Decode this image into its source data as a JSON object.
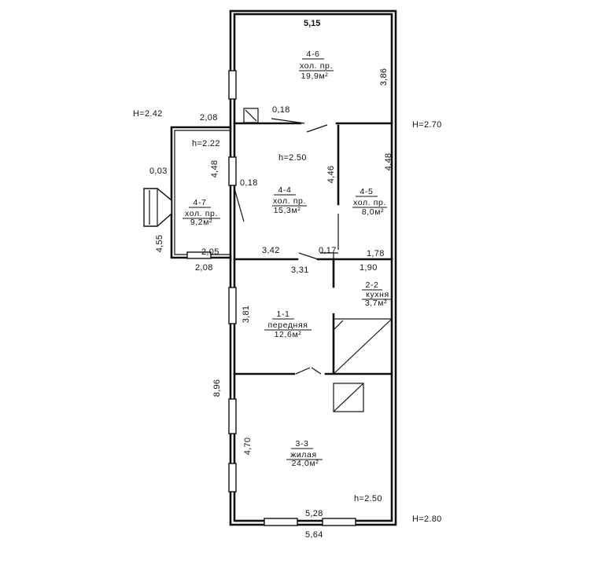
{
  "plan": {
    "heights": {
      "left_wing": "H=2.42",
      "right_upper": "H=2.70",
      "right_lower": "H=2.80",
      "room_4_7": "h=2.22",
      "room_4_4": "h=2.50",
      "room_3_3": "h=2.50"
    },
    "dimensions": {
      "top_width": "5,15",
      "room_4_6_height": "3,86",
      "chimney_gap": "0,18",
      "wing_top": "2,08",
      "room_4_5_height": "4,48",
      "room_4_4_height": "4,46",
      "wing_height": "4,48",
      "porch_offset": "0,03",
      "wall_gap_left": "0,18",
      "porch_height": "4,55",
      "wing_bottom_inner": "2,05",
      "wing_bottom_outer": "2,08",
      "room_4_4_width": "3,42",
      "partition_gap": "0,17",
      "room_4_5_width": "1,78",
      "room_1_1_width": "3,31",
      "kitchen_width": "1,90",
      "room_1_1_height": "3,81",
      "lower_height": "8,96",
      "room_3_3_height": "4,70",
      "room_3_3_width": "5,28",
      "total_width": "5,64"
    },
    "rooms": [
      {
        "id": "4-6",
        "name": "хол. пр.",
        "area": "19,9м²"
      },
      {
        "id": "4-4",
        "name": "хол. пр.",
        "area": "15,3м²"
      },
      {
        "id": "4-5",
        "name": "хол. пр.",
        "area": "8,0м²"
      },
      {
        "id": "4-7",
        "name": "хол. пр.",
        "area": "9,2м²"
      },
      {
        "id": "2-2",
        "name": "кухня",
        "area": "3,7м²"
      },
      {
        "id": "1-1",
        "name": "передняя",
        "area": "12,6м²"
      },
      {
        "id": "3-3",
        "name": "жилая",
        "area": "24,0м²"
      }
    ]
  }
}
